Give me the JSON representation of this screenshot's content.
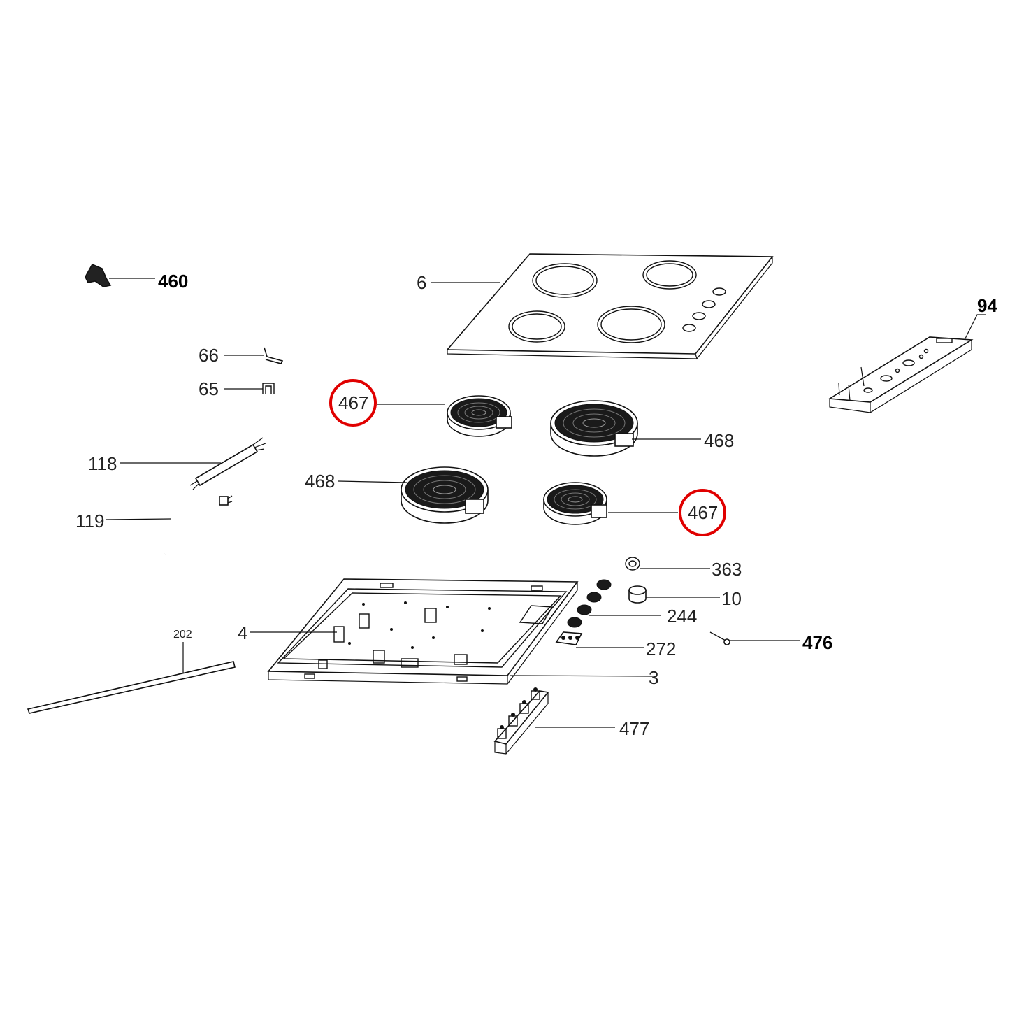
{
  "labels": {
    "p460": "460",
    "p6": "6",
    "p94": "94",
    "p66": "66",
    "p65": "65",
    "p467a": "467",
    "p468a": "468",
    "p118": "118",
    "p468b": "468",
    "p467b": "467",
    "p119": "119",
    "p363": "363",
    "p10": "10",
    "p244": "244",
    "p4": "4",
    "p202": "202",
    "p476": "476",
    "p272": "272",
    "p3": "3",
    "p477": "477"
  },
  "highlight_color": "#e00000"
}
